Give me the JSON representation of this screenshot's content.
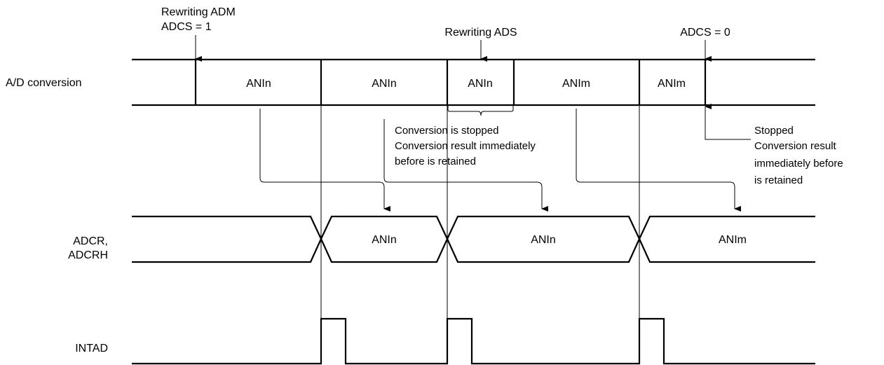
{
  "signals": {
    "ad_conversion": "A/D conversion",
    "adcr_line1": "ADCR,",
    "adcr_line2": "ADCRH",
    "intad": "INTAD"
  },
  "annotations": {
    "rewriting_adm": "Rewriting ADM",
    "adcs_1": "ADCS = 1",
    "rewriting_ads": "Rewriting ADS",
    "adcs_0": "ADCS = 0",
    "conv_stopped_1": "Conversion is stopped",
    "conv_stopped_2": "Conversion result immediately",
    "conv_stopped_3": "before is retained",
    "stopped_1": "Stopped",
    "stopped_2": "Conversion result",
    "stopped_3": "immediately before",
    "stopped_4": "is retained"
  },
  "ad_slots": [
    "ANIn",
    "ANIn",
    "ANIn",
    "ANIm",
    "ANIm"
  ],
  "adcr_values": [
    "ANIn",
    "ANIn",
    "ANIm"
  ]
}
